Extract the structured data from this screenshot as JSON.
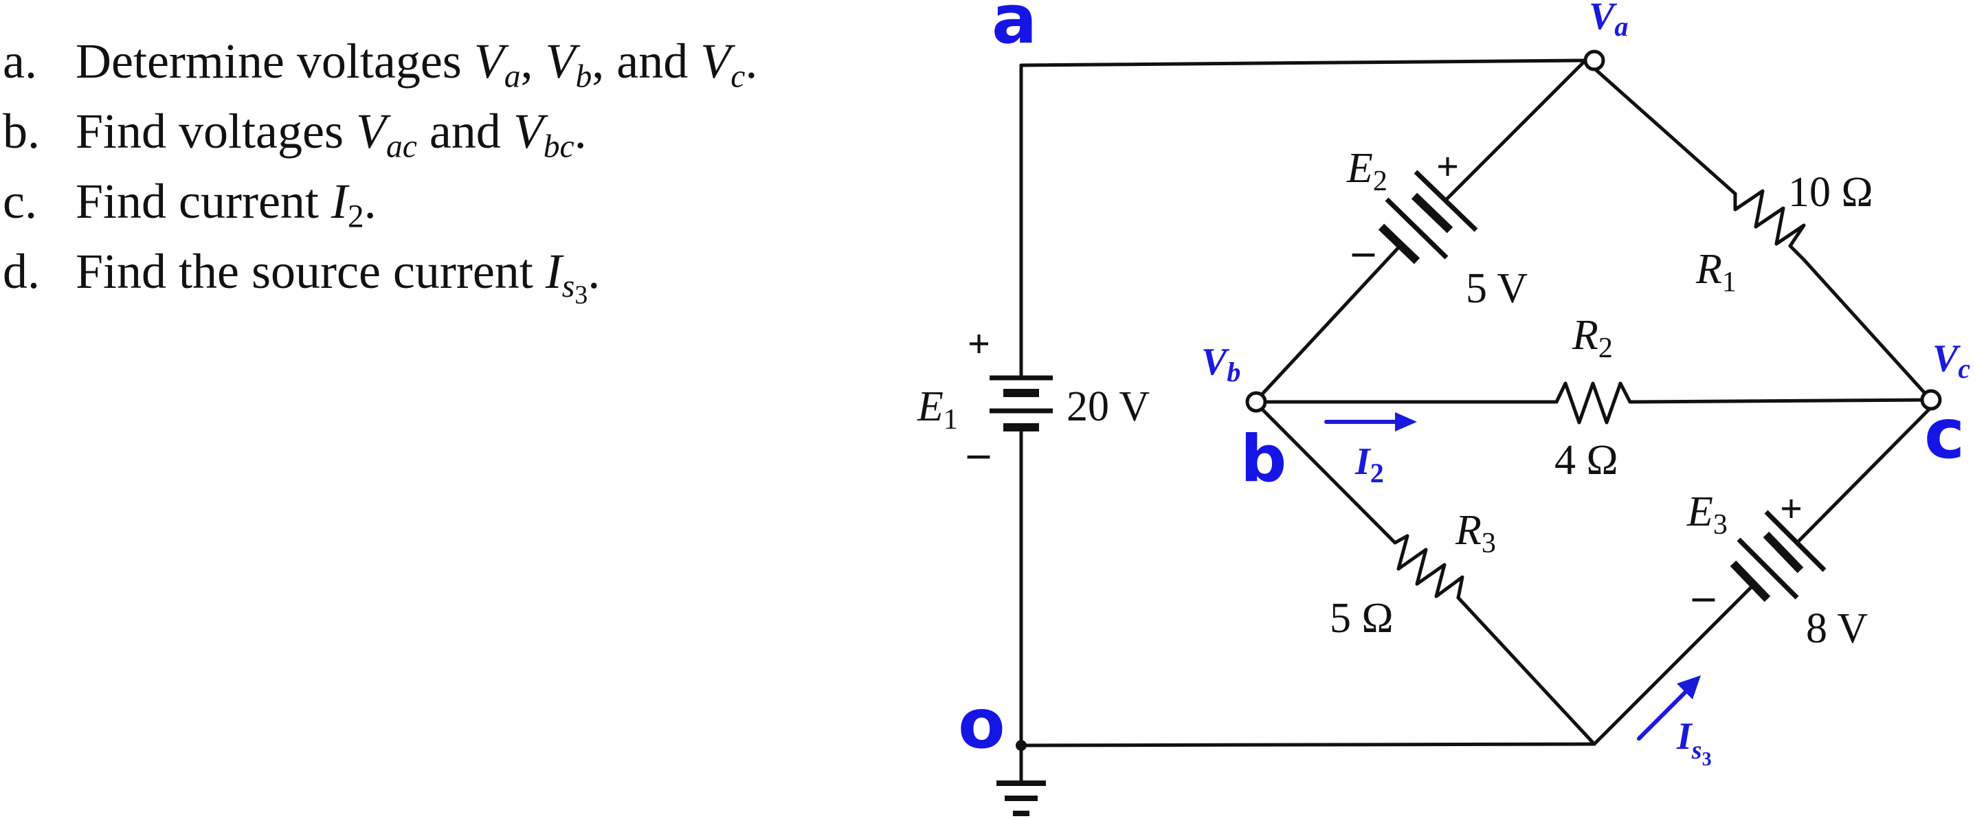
{
  "questions": [
    {
      "letter": "a.",
      "t1": "Determine voltages ",
      "v1": "V",
      "s1": "a",
      "t2": ", ",
      "v2": "V",
      "s2": "b",
      "t3": ", and ",
      "v3": "V",
      "s3": "c",
      "t4": "."
    },
    {
      "letter": "b.",
      "t1": "Find voltages ",
      "v1": "V",
      "s1": "ac",
      "t2": " and ",
      "v2": "V",
      "s2": "bc",
      "t3": "."
    },
    {
      "letter": "c.",
      "t1": "Find current ",
      "v1": "I",
      "s1": "2",
      "t2": "."
    },
    {
      "letter": "d.",
      "t1": "Find the source current  ",
      "v1": "I",
      "s1": "s",
      "s1b": "3",
      "t2": "."
    }
  ],
  "circuit": {
    "E1": {
      "name": "E",
      "sub": "1",
      "value": "20 V",
      "plus": "+",
      "minus": "–"
    },
    "E2": {
      "name": "E",
      "sub": "2",
      "value": "5 V",
      "plus": "+",
      "minus": "–"
    },
    "E3": {
      "name": "E",
      "sub": "3",
      "value": "8 V",
      "plus": "+",
      "minus": "–"
    },
    "R1": {
      "name": "R",
      "sub": "1",
      "value": "10 Ω"
    },
    "R2": {
      "name": "R",
      "sub": "2",
      "value": "4 Ω"
    },
    "R3": {
      "name": "R",
      "sub": "3",
      "value": "5 Ω"
    },
    "I2": {
      "name": "I",
      "sub": "2"
    },
    "Is3": {
      "name": "I",
      "sub": "s",
      "subsub": "3"
    },
    "node_labels": {
      "Va": {
        "name": "V",
        "sub": "a"
      },
      "Vb": {
        "name": "V",
        "sub": "b"
      },
      "Vc": {
        "name": "V",
        "sub": "c"
      }
    },
    "handwritten": {
      "a": "a",
      "b": "b",
      "c": "c",
      "o": "o"
    },
    "colors": {
      "wire": "#111111",
      "annotation": "#1515e6"
    }
  }
}
